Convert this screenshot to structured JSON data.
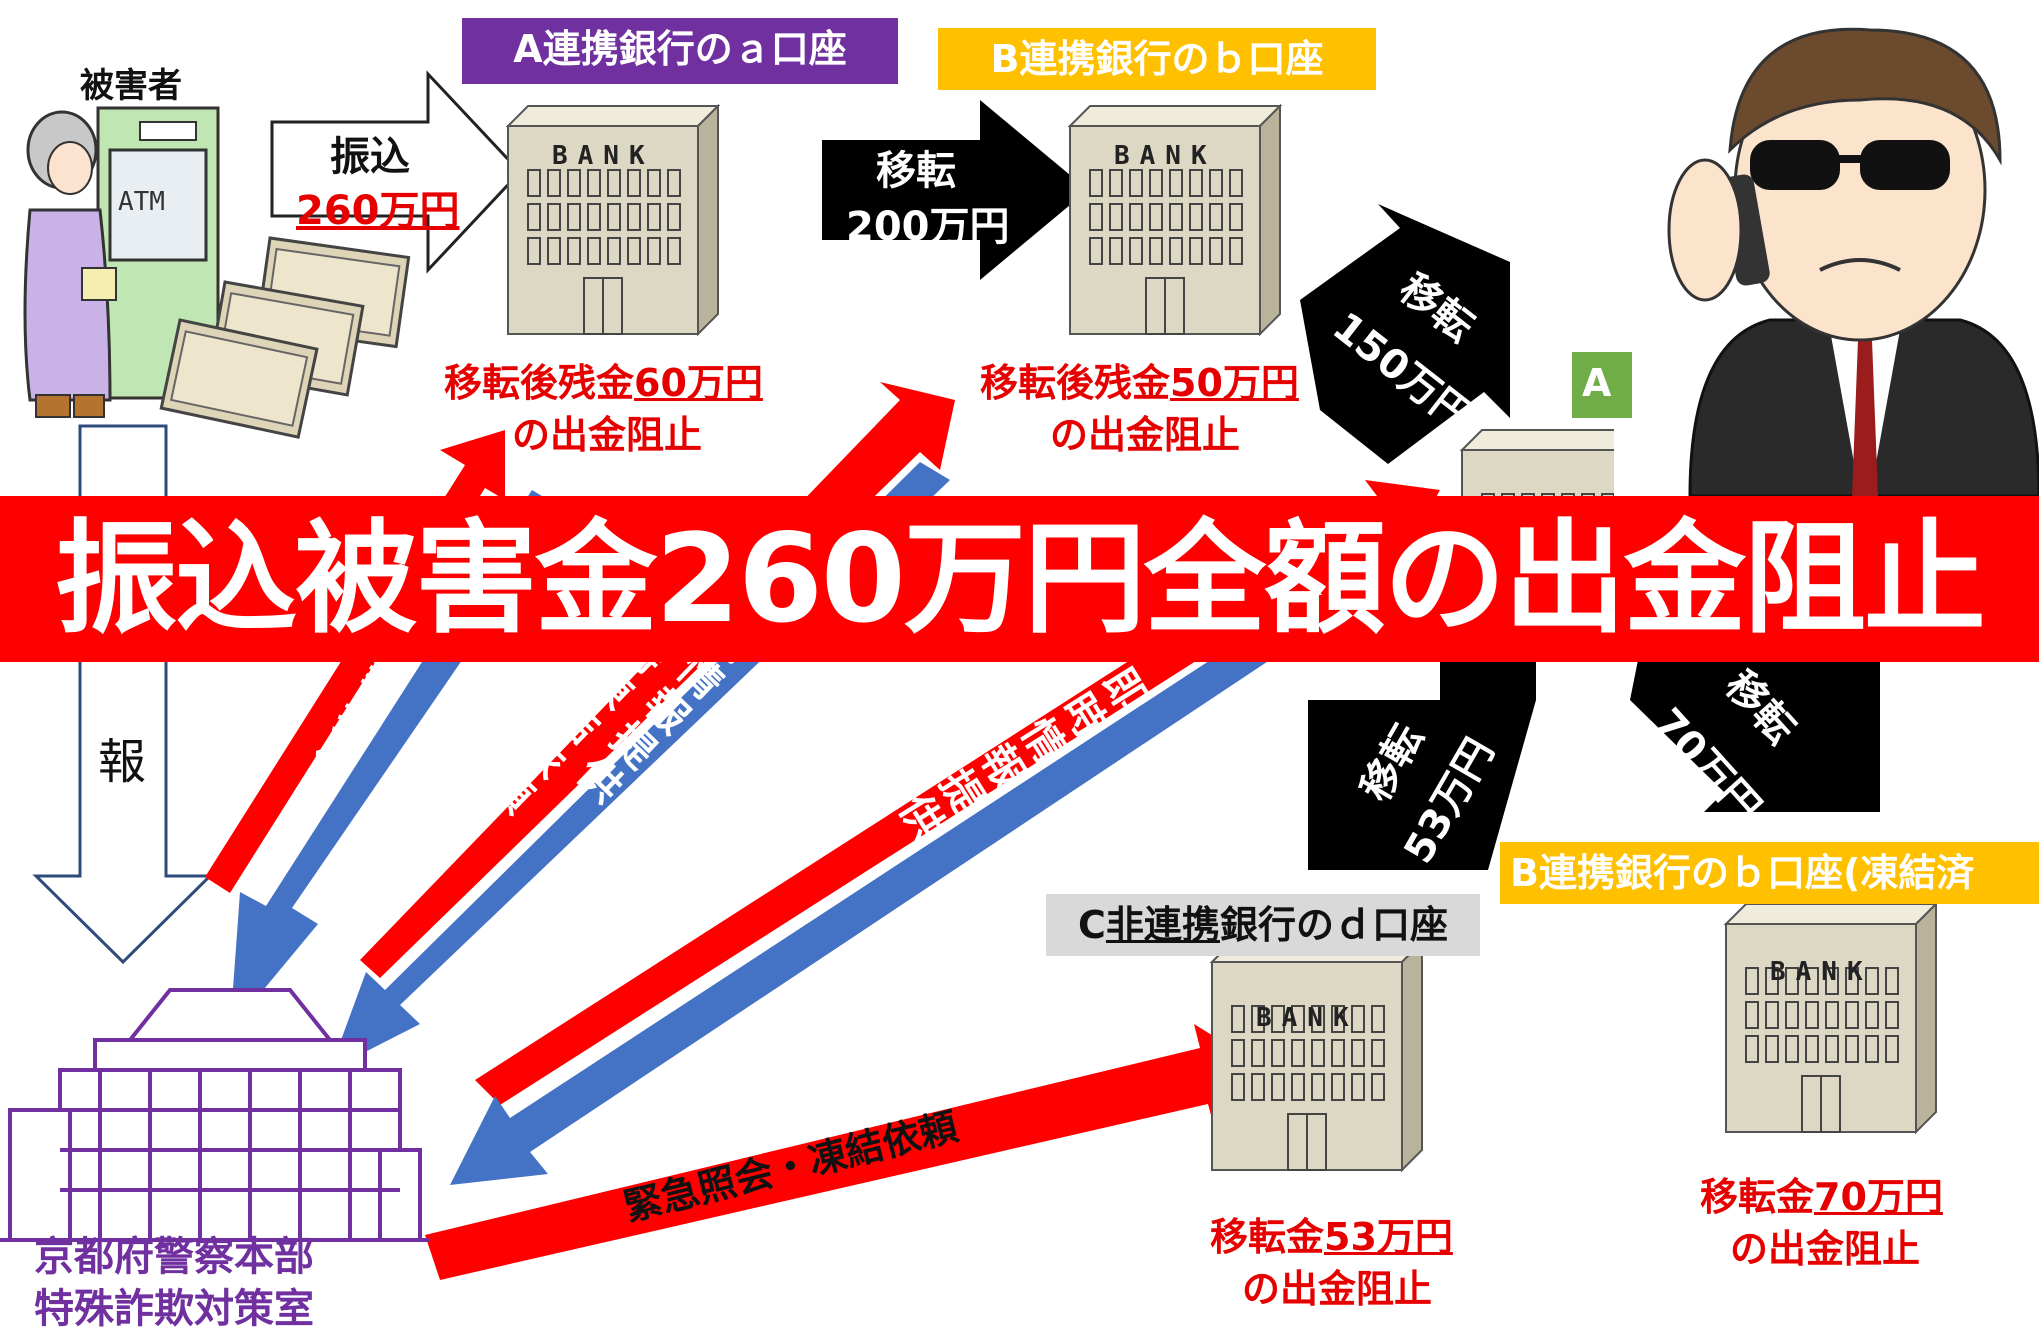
{
  "victim": {
    "label": "被害者",
    "atm_text": "ATM"
  },
  "transfer": {
    "label": "振込",
    "amount": "260万円"
  },
  "bank_sign": "BANK",
  "accounts": {
    "a": {
      "label": "A連携銀行のａ口座",
      "balance_prefix": "移転後残金",
      "balance_amount": "60万円",
      "balance_suffix": "の出金阻止"
    },
    "b": {
      "label": "B連携銀行のｂ口座",
      "balance_prefix": "移転後残金",
      "balance_amount": "50万円",
      "balance_suffix": "の出金阻止"
    },
    "a2": {
      "label_partial": "A"
    },
    "d": {
      "label_prefix": "C",
      "label_under": "非連携",
      "label_suffix": "銀行のｄ口座",
      "amount_prefix": "移転金",
      "amount": "53万円",
      "suffix": "の出金阻止"
    },
    "b2": {
      "label": "B連携銀行のｂ口座(凍結済",
      "amount_prefix": "移転金",
      "amount": "70万円",
      "suffix": "の出金阻止"
    }
  },
  "moves": {
    "m1": {
      "label": "移転",
      "amount": "200万円"
    },
    "m2": {
      "label": "移転",
      "amount": "150万円"
    },
    "m3": {
      "label": "移転",
      "amount": "53万円"
    },
    "m4": {
      "label": "移転",
      "amount": "70万円"
    }
  },
  "report": "報",
  "flows": {
    "freeze": "即時凍結依頼",
    "info": "即時情報提供",
    "emergency": "緊急照会・凍結依頼"
  },
  "police": {
    "line1": "京都府警察本部",
    "line2": "特殊詐欺対策室"
  },
  "banner": "振込被害金260万円全額の出金阻止",
  "colors": {
    "red": "#ff0000",
    "blue": "#4472c4",
    "purple": "#7030a0",
    "amber": "#ffc000",
    "green": "#70ad47",
    "bank": "#dcd8c4"
  }
}
